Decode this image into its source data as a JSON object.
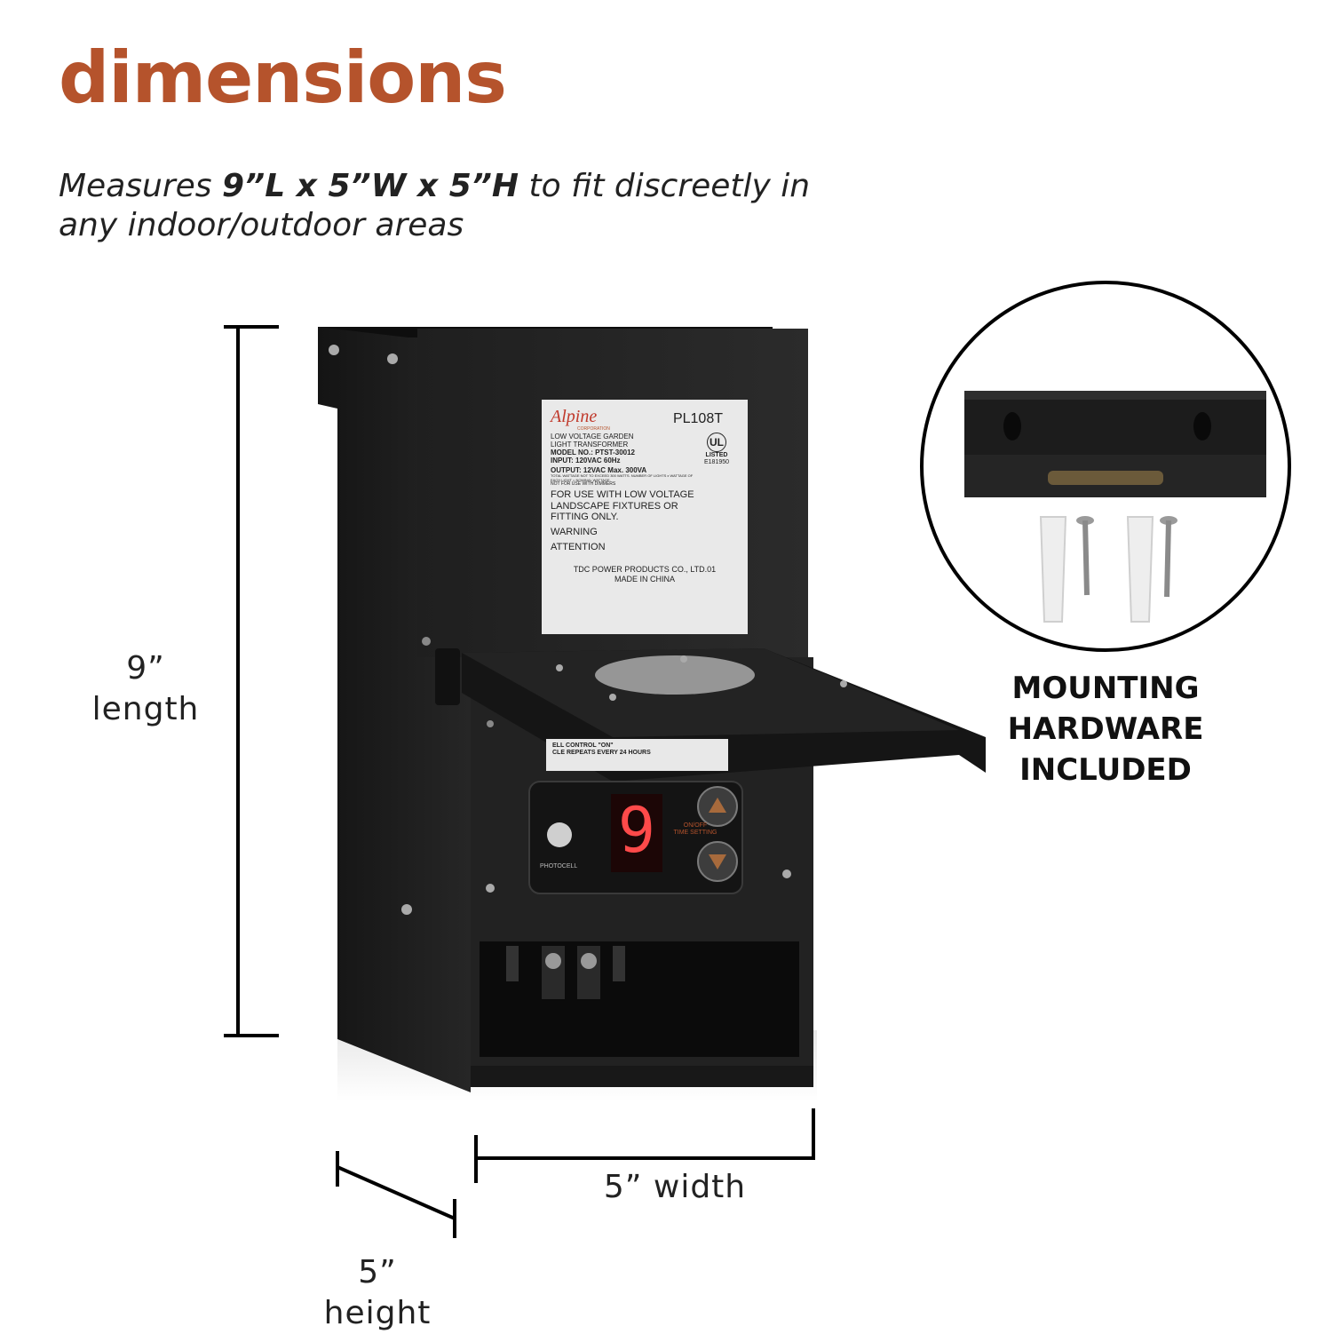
{
  "heading": "dimensions",
  "subtitle": {
    "prefix": "Measures ",
    "measurements": "9”L x 5”W x 5”H",
    "suffix": " to fit discreetly in any indoor/outdoor areas"
  },
  "dimensions": {
    "length_value": "9”",
    "length_label": "length",
    "width_label": "5” width",
    "height_value": "5”",
    "height_label": "height"
  },
  "mounting": {
    "line1": "MOUNTING",
    "line2": "HARDWARE",
    "line3": "INCLUDED"
  },
  "product_label": {
    "brand": "Alpine",
    "brand_sub": "CORPORATION",
    "model": "PL108T",
    "line1": "LOW VOLTAGE GARDEN",
    "line2": "LIGHT TRANSFORMER",
    "model_no": "MODEL NO.: PTST-30012",
    "input": "INPUT: 120VAC 60Hz",
    "output": "OUTPUT: 12VAC  Max. 300VA",
    "fine1": "TOTAL WATTAGE NOT TO EXCEED 300 WATTS. NUMBER OF LIGHTS x WATTAGE OF",
    "fine2": "EACH LIGHT = NOMINAL WATTAGE.",
    "fine3": "NOT FOR USE WITH DIMMERS",
    "use1": "FOR USE WITH LOW VOLTAGE",
    "use2": "LANDSCAPE FIXTURES OR",
    "use3": "FITTING ONLY.",
    "warning": "WARNING",
    "attention": "ATTENTION",
    "maker": "TDC POWER PRODUCTS CO., LTD.01",
    "made": "MADE IN CHINA",
    "listed": "LISTED",
    "file_no": "E181950"
  },
  "control_panel": {
    "sticker1": "ELL CONTROL \"ON\"",
    "sticker2": "CLE REPEATS EVERY 24 HOURS",
    "display_digit": "9",
    "photocell": "PHOTOCELL",
    "onoff": "ON/OFF",
    "time_setting": "TIME SETTING"
  },
  "colors": {
    "heading": "#b5532c",
    "box": "#1b1b1b",
    "text": "#222222"
  }
}
